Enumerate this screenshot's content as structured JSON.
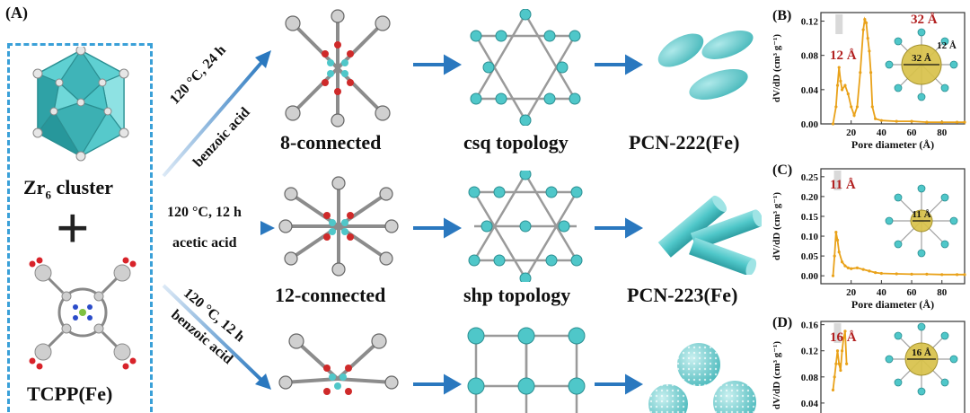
{
  "panel_a": {
    "letter": "(A)",
    "zr_label": "Zr",
    "zr_sub": "6",
    "zr_label_tail": " cluster",
    "plus": "+",
    "tcpp_label": "TCPP(Fe)",
    "rows": [
      {
        "cond1": "120 °C, 24 h",
        "cond2": "benzoic acid",
        "connect": "8-connected",
        "topology": "csq topology",
        "product": "PCN-222(Fe)"
      },
      {
        "cond1": "120 °C, 12 h",
        "cond2": "acetic acid",
        "connect": "12-connected",
        "topology": "shp topology",
        "product": "PCN-223(Fe)"
      },
      {
        "cond1": "120 °C, 12 h",
        "cond2": "benzoic acid",
        "connect": "",
        "topology": "",
        "product": ""
      }
    ]
  },
  "colors": {
    "teal": "#4fc7c9",
    "orange": "#e9a21a",
    "red_label": "#b22020",
    "arrow_blue": "#2a78bf",
    "dash_blue": "#3aa0d8"
  },
  "chart_data": [
    {
      "panel": "(B)",
      "type": "line",
      "xlabel": "Pore diameter (Å)",
      "ylabel": "dV/dD  (cm³ g⁻¹)",
      "xlim": [
        0,
        95
      ],
      "ylim": [
        0,
        0.13
      ],
      "xticks": [
        20,
        40,
        60,
        80
      ],
      "yticks": [
        0.0,
        0.04,
        0.08,
        0.12
      ],
      "ytick_labels": [
        "0.00",
        "0.04",
        "0.08",
        "0.12"
      ],
      "x": [
        8,
        10,
        11,
        12,
        13,
        14,
        16,
        18,
        20,
        22,
        24,
        26,
        28,
        29,
        30,
        31,
        32,
        33,
        34,
        36,
        40,
        50,
        60,
        70,
        80,
        90,
        95
      ],
      "y": [
        0.0,
        0.02,
        0.045,
        0.066,
        0.05,
        0.04,
        0.045,
        0.035,
        0.02,
        0.01,
        0.02,
        0.06,
        0.11,
        0.122,
        0.118,
        0.1,
        0.085,
        0.06,
        0.02,
        0.006,
        0.004,
        0.003,
        0.003,
        0.002,
        0.002,
        0.002,
        0.002
      ],
      "annotations": [
        "12 Å",
        "32 Å"
      ],
      "inset_labels": [
        "12 Å",
        "32 Å"
      ]
    },
    {
      "panel": "(C)",
      "type": "line",
      "xlabel": "Pore diameter (Å)",
      "ylabel": "dV/dD  (cm³ g⁻¹)",
      "xlim": [
        0,
        95
      ],
      "ylim": [
        -0.02,
        0.27
      ],
      "xticks": [
        20,
        40,
        60,
        80
      ],
      "yticks": [
        0.0,
        0.05,
        0.1,
        0.15,
        0.2,
        0.25
      ],
      "ytick_labels": [
        "0.00",
        "0.05",
        "0.10",
        "0.15",
        "0.20",
        "0.25"
      ],
      "x": [
        8,
        9,
        10,
        11,
        12,
        14,
        16,
        18,
        20,
        24,
        28,
        32,
        36,
        40,
        50,
        60,
        70,
        80,
        90,
        95
      ],
      "y": [
        0.0,
        0.05,
        0.11,
        0.09,
        0.06,
        0.035,
        0.025,
        0.02,
        0.018,
        0.02,
        0.016,
        0.012,
        0.008,
        0.006,
        0.005,
        0.004,
        0.004,
        0.003,
        0.003,
        0.003
      ],
      "annotations": [
        "11 Å"
      ],
      "inset_labels": [
        "11 Å"
      ]
    },
    {
      "panel": "(D)",
      "type": "line",
      "xlabel": "",
      "ylabel": "dV/dD  (cm³ g⁻¹)",
      "xlim": [
        0,
        95
      ],
      "ylim": [
        0,
        0.165
      ],
      "xticks": [],
      "yticks": [
        0.04,
        0.08,
        0.12,
        0.16
      ],
      "ytick_labels": [
        "0.04",
        "0.08",
        "0.12",
        "0.16"
      ],
      "x": [
        8,
        9,
        10,
        11,
        12,
        13,
        14,
        15,
        16,
        17
      ],
      "y": [
        0.06,
        0.08,
        0.1,
        0.12,
        0.1,
        0.09,
        0.12,
        0.14,
        0.15,
        0.1
      ],
      "annotations": [
        "16 Å"
      ],
      "inset_labels": [
        "16 Å"
      ]
    }
  ]
}
